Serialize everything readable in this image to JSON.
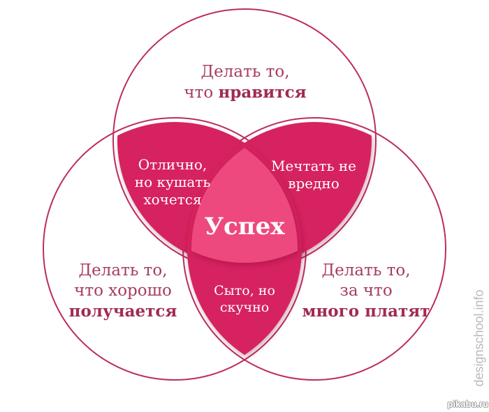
{
  "colors": {
    "background": "#ffffff",
    "outline": "#bb2d5e",
    "petal": "#d62361",
    "center": "#ee4a7e",
    "label": "#a63c61",
    "label-bold": "#a02b54",
    "petal-text": "#ffffff",
    "watermark": "#b9b9b9"
  },
  "circles": {
    "top": {
      "line1": "Делать то,",
      "line2_normal": "что ",
      "line2_bold": "нравится"
    },
    "bottom_left": {
      "line1": "Делать то,",
      "line2": "что хорошо",
      "line3_bold": "получается"
    },
    "bottom_right": {
      "line1": "Делать то,",
      "line2": "за что",
      "line3_bold": "много платят"
    }
  },
  "overlaps": {
    "top_left": {
      "line1": "Отлично,",
      "line2": "но кушать",
      "line3": "хочется"
    },
    "top_right": {
      "line1": "Мечтать не",
      "line2": "вредно"
    },
    "bottom": {
      "line1": "Сыто, но",
      "line2": "скучно"
    },
    "center": "Успех"
  },
  "watermarks": {
    "side": "designschool.info",
    "corner": "pikabu.ru"
  }
}
